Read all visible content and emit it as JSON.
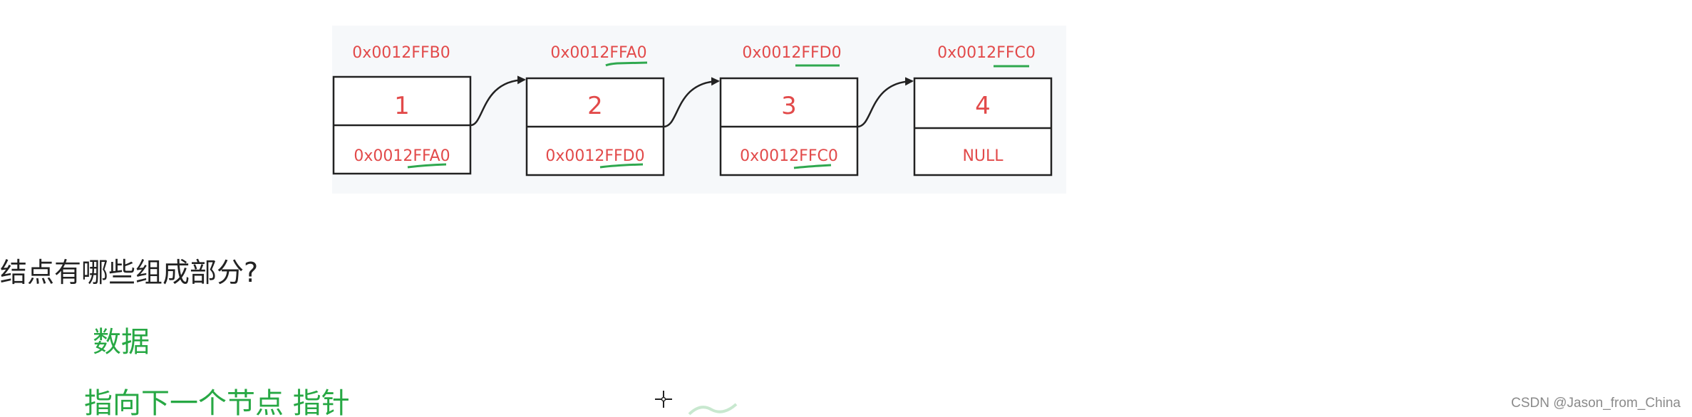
{
  "nodes": [
    {
      "address": "0x0012FFB0",
      "data": "1",
      "next": "0x0012FFA0"
    },
    {
      "address": "0x0012FFA0",
      "data": "2",
      "next": "0x0012FFD0"
    },
    {
      "address": "0x0012FFD0",
      "data": "3",
      "next": "0x0012FFC0"
    },
    {
      "address": "0x0012FFC0",
      "data": "4",
      "next": "NULL"
    }
  ],
  "question": "结点有哪些组成部分?",
  "answers": {
    "data": "数据",
    "pointer": "指向下一个节点 指针"
  },
  "watermark": "CSDN @Jason_from_China",
  "colors": {
    "address_text": "#e24a4a",
    "data_text": "#e24a4a",
    "underline": "#2fa84f",
    "box_stroke": "#222222",
    "answer_text": "#27a844",
    "panel_bg": "#f6f8fa"
  }
}
